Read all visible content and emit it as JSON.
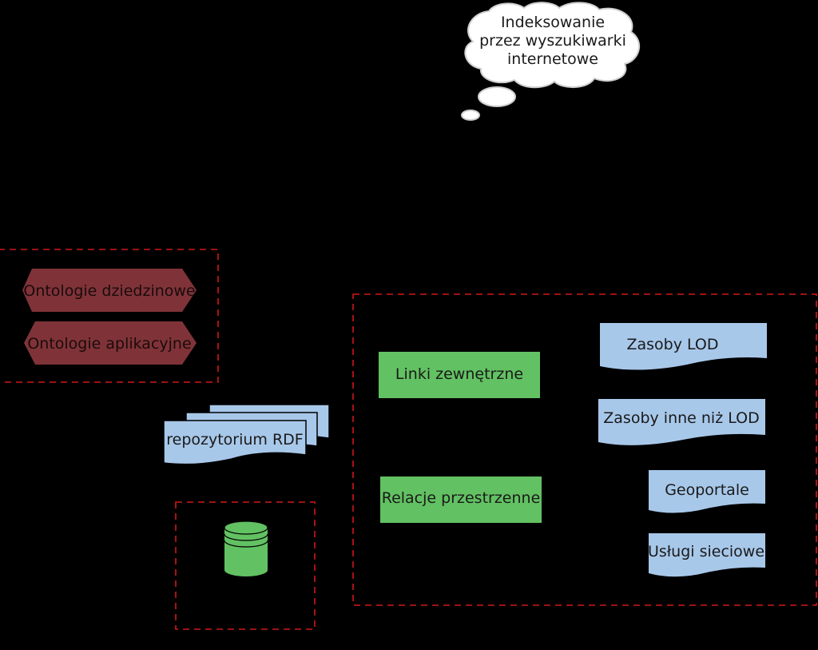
{
  "cloud": {
    "lines": [
      "Indeksowanie",
      "przez wyszukiwarki",
      "internetowe"
    ]
  },
  "ontologies": {
    "domain": "Ontologie dziedzinowe",
    "application": "Ontologie aplikacyjne"
  },
  "repository": {
    "label": "repozytorium RDF"
  },
  "links": {
    "external": "Linki zewnętrzne",
    "spatial": "Relacje przestrzenne"
  },
  "resources": {
    "lod": "Zasoby LOD",
    "non_lod": "Zasoby inne niż LOD",
    "geoportals": "Geoportale",
    "web_services": "Usługi sieciowe"
  },
  "colors": {
    "background": "#000000",
    "ontology_fill": "#7f3338",
    "document_fill": "#a8c8ea",
    "process_fill": "#62c162",
    "database_fill": "#62c162",
    "dashed_border": "#d01818",
    "cloud_fill": "#ffffff"
  }
}
